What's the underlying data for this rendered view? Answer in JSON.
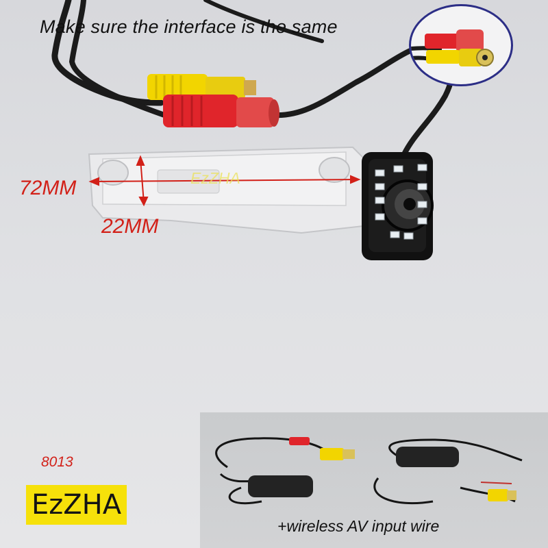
{
  "headline": "Make sure the interface is the same",
  "dimensions": {
    "width_label": "72MM",
    "height_label": "22MM"
  },
  "watermark": "EzZHA",
  "model_code": "8013",
  "brand": "EzZHA",
  "accessory_caption": "+wireless AV input wire",
  "colors": {
    "dimension_red": "#d22018",
    "brand_yellow": "#f6e10a",
    "inset_border": "#2c2e86",
    "connector_red": "#e0252b",
    "connector_yellow": "#f2d500"
  }
}
